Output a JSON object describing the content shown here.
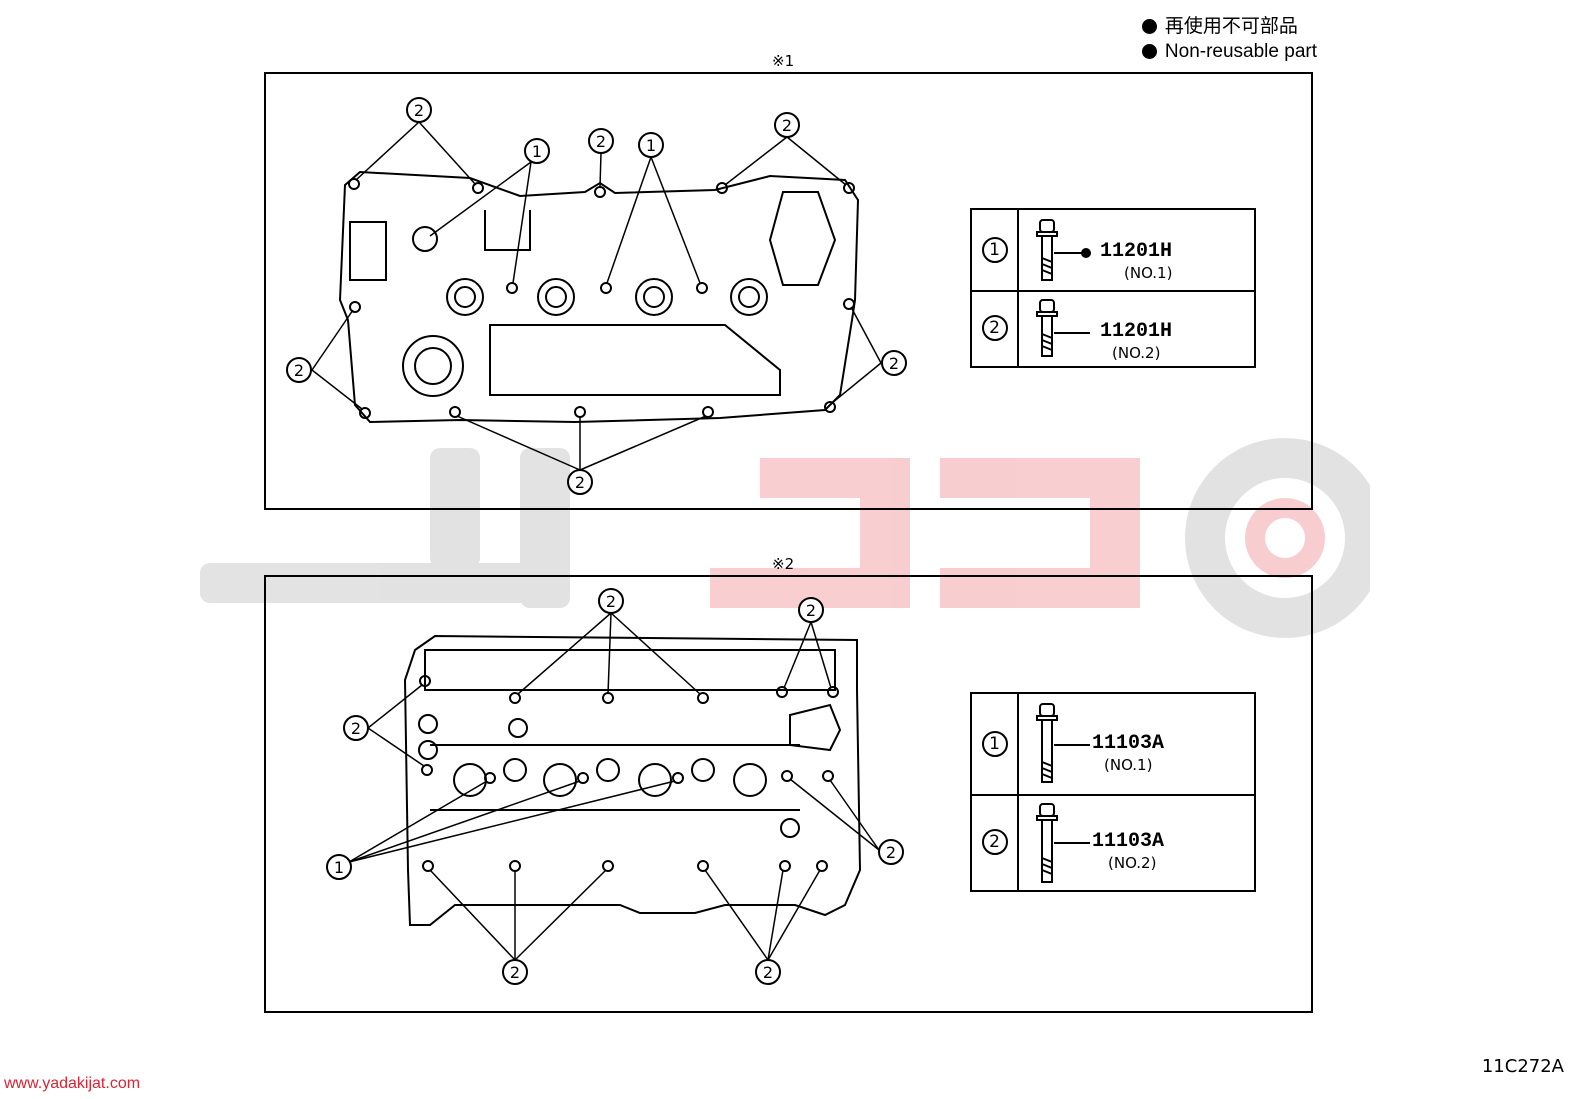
{
  "legend": {
    "line_ja": "再使用不可部品",
    "line_en": "Non-reusable part"
  },
  "panels": [
    {
      "label": "※1",
      "table": [
        {
          "index": "1",
          "part": "11201H",
          "sub": "(NO.1)",
          "non_reusable": true
        },
        {
          "index": "2",
          "part": "11201H",
          "sub": "(NO.2)",
          "non_reusable": false
        }
      ]
    },
    {
      "label": "※2",
      "table": [
        {
          "index": "1",
          "part": "11103A",
          "sub": "(NO.1)",
          "non_reusable": false
        },
        {
          "index": "2",
          "part": "11103A",
          "sub": "(NO.2)",
          "non_reusable": false
        }
      ]
    }
  ],
  "callouts": {
    "one": "1",
    "two": "2"
  },
  "footer": {
    "site": "www.yadakijat.com",
    "code": "11C272A"
  },
  "colors": {
    "watermark_red": "#e8505b",
    "watermark_gray": "#cccccc"
  }
}
